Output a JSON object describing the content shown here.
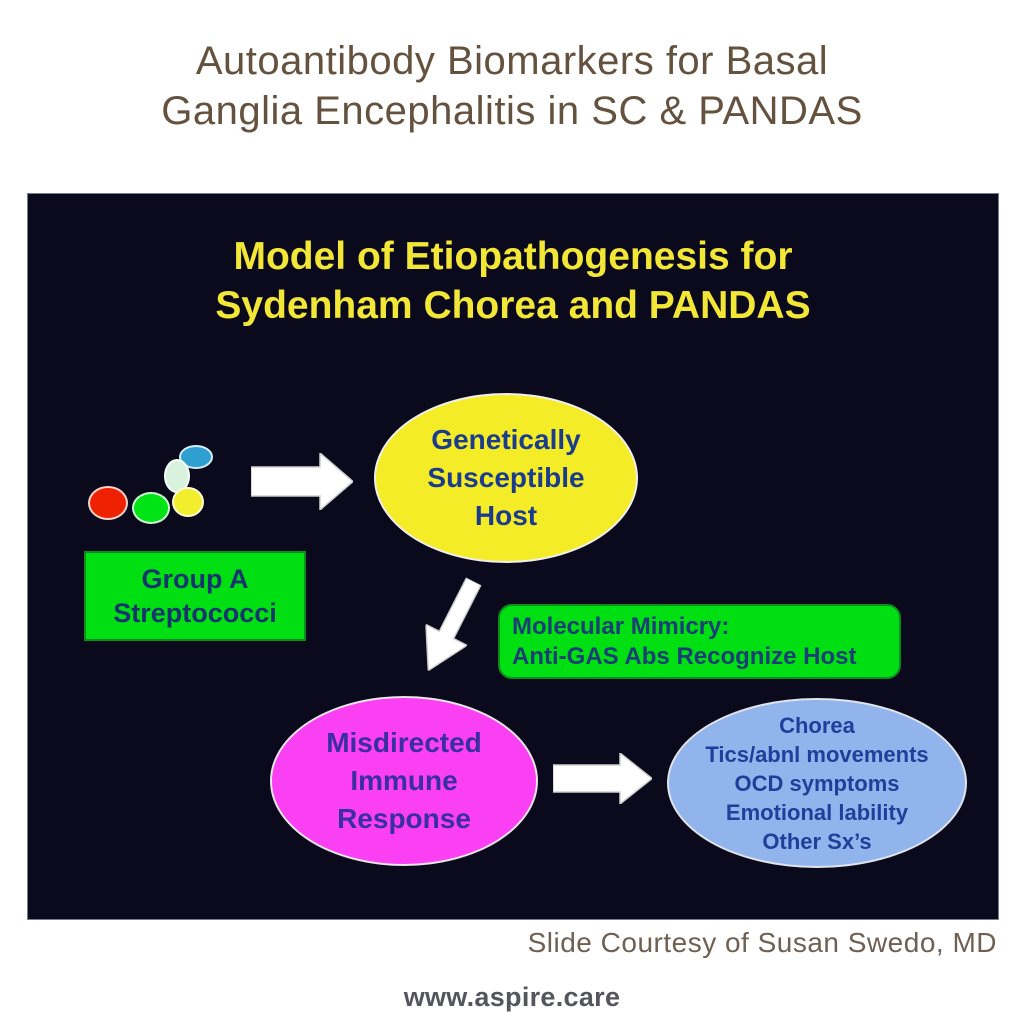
{
  "page": {
    "title_line1": "Autoantibody Biomarkers for Basal",
    "title_line2": "Ganglia Encephalitis in SC & PANDAS",
    "attribution": "Slide Courtesy of Susan Swedo, MD",
    "website": "www.aspire.care",
    "colors": {
      "page_title": "#64513e",
      "attribution": "#6f6052",
      "website": "#55555e",
      "background": "#ffffff"
    }
  },
  "slide": {
    "title_line1": "Model of Etiopathogenesis for",
    "title_line2": "Sydenham Chorea and PANDAS",
    "colors": {
      "background": "#0a0a1c",
      "title": "#f2e636",
      "green_fill": "#00df12",
      "yellow_fill": "#f5ec28",
      "magenta_fill": "#fb40f3",
      "blue_fill": "#92b4ec",
      "arrow_fill": "#ffffff"
    },
    "strep_cluster": {
      "cells": [
        {
          "name": "red-cell",
          "color": "#ee2101"
        },
        {
          "name": "green-cell",
          "color": "#00e416"
        },
        {
          "name": "mint-cell",
          "color": "#d9f2de"
        },
        {
          "name": "blue-cell",
          "color": "#2f9fd1"
        },
        {
          "name": "yellow-cell",
          "color": "#f2ee2d"
        }
      ]
    },
    "nodes": {
      "strep_label": {
        "lines": [
          "Group A",
          "Streptococci"
        ]
      },
      "host": {
        "lines": [
          "Genetically",
          "Susceptible",
          "Host"
        ]
      },
      "mimicry": {
        "lines": [
          "Molecular Mimicry:",
          "Anti-GAS Abs Recognize Host"
        ]
      },
      "immune": {
        "lines": [
          "Misdirected",
          "Immune",
          "Response"
        ]
      },
      "symptoms": {
        "lines": [
          "Chorea",
          "Tics/abnl movements",
          "OCD symptoms",
          "Emotional lability",
          "Other Sx’s"
        ]
      }
    },
    "arrows": [
      {
        "name": "strep-to-host",
        "direction": "right"
      },
      {
        "name": "host-to-immune",
        "direction": "down-left"
      },
      {
        "name": "immune-to-symptoms",
        "direction": "right"
      }
    ]
  }
}
